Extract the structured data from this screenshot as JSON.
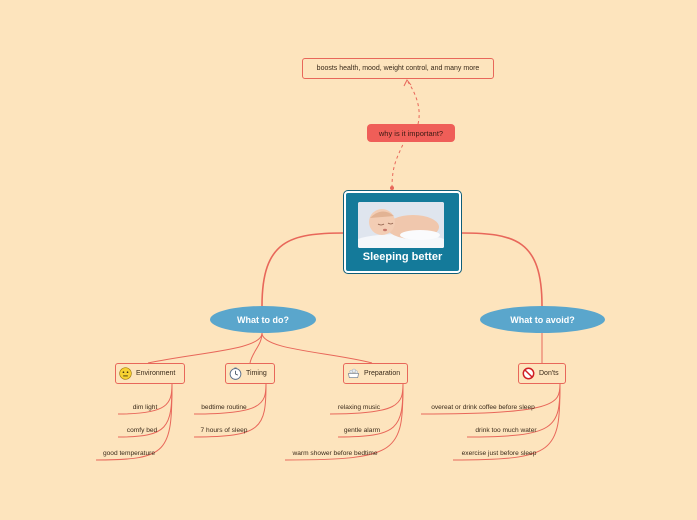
{
  "root": {
    "title": "Sleeping better"
  },
  "why": {
    "label": "why is it important?",
    "answer": "boosts health, mood, weight control, and many more"
  },
  "todo": {
    "label": "What to do?",
    "environment": {
      "label": "Environment",
      "icon": "neutral-face-icon",
      "items": [
        "dim light",
        "comfy bed",
        "good temperature"
      ]
    },
    "timing": {
      "label": "Timing",
      "icon": "clock-icon",
      "items": [
        "bedtime routine",
        "7 hours of sleep"
      ]
    },
    "preparation": {
      "label": "Preparation",
      "icon": "bath-icon",
      "items": [
        "relaxing music",
        "gentle alarm",
        "warm shower before bedtime"
      ]
    }
  },
  "avoid": {
    "label": "What to avoid?",
    "donts": {
      "label": "Don'ts",
      "icon": "prohibited-icon",
      "items": [
        "overeat or drink coffee before sleep",
        "drink too much water",
        "exercise just before sleep"
      ]
    }
  },
  "colors": {
    "background": "#fde4bd",
    "line": "#e8675a",
    "central": "#147a9a",
    "ellipse": "#5aa6cc",
    "why": "#ef5e58"
  }
}
